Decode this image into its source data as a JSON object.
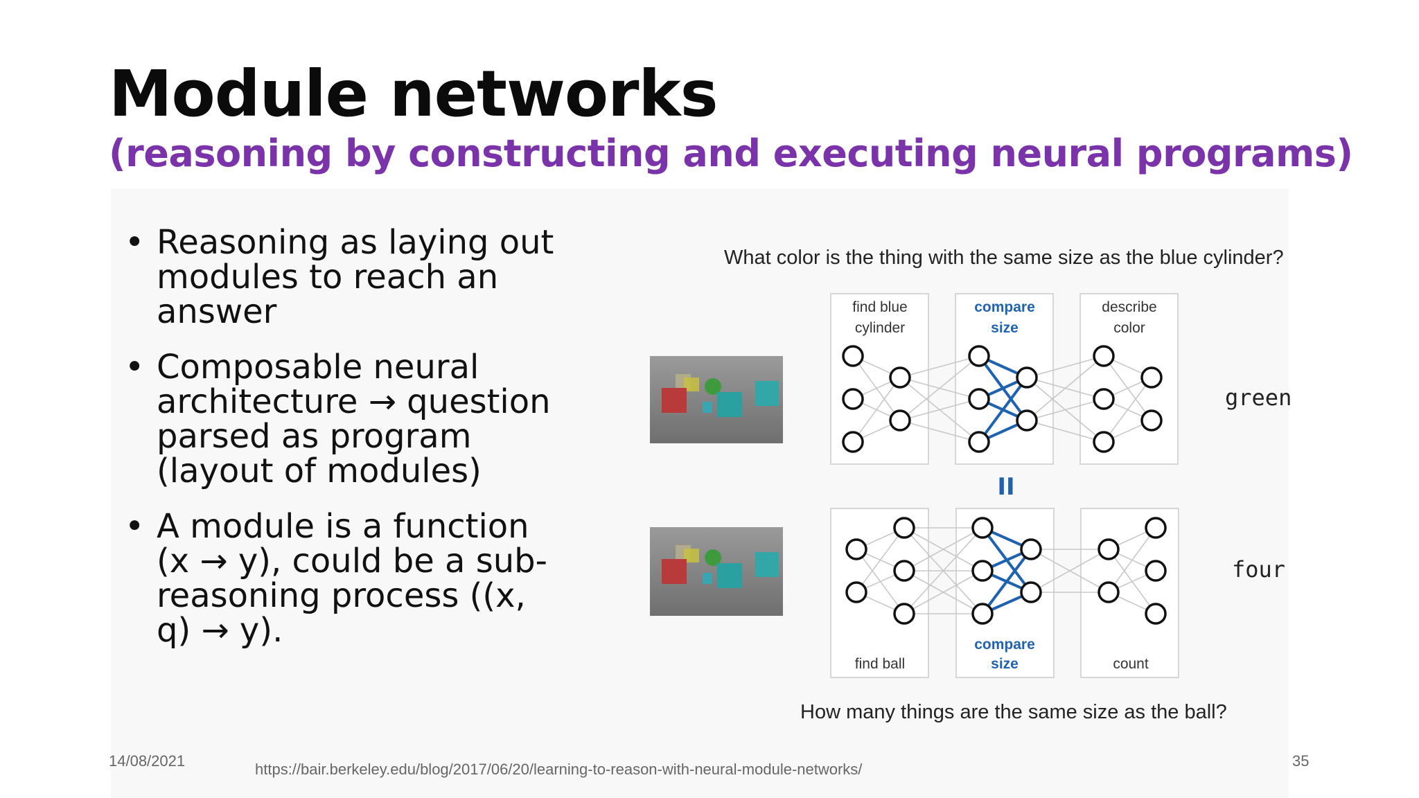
{
  "slide": {
    "title": "Module networks",
    "subtitle": "(reasoning by constructing and executing neural programs)",
    "bullets": [
      "Reasoning as laying out modules to reach an answer",
      "Composable neural architecture → question parsed as program (layout of modules)",
      "A module is a function (x → y), could be a sub-reasoning process ((x, q) → y)."
    ],
    "bullet_symbol": "•"
  },
  "diagram": {
    "question_top": "What color is the thing with the same size as the blue cylinder?",
    "question_bottom": "How many things are the same size as the ball?",
    "top_modules": [
      {
        "line1": "find blue",
        "line2": "cylinder"
      },
      {
        "line1": "compare",
        "line2": "size"
      },
      {
        "line1": "describe",
        "line2": "color"
      }
    ],
    "bottom_modules": [
      {
        "line1": "find ball",
        "line2": ""
      },
      {
        "line1": "compare",
        "line2": "size"
      },
      {
        "line1": "count",
        "line2": ""
      }
    ],
    "equals_symbol": "II",
    "answer_top": "green",
    "answer_bottom": "four",
    "highlight_color": "#1f63b0",
    "edge_color": "#c8c8cc"
  },
  "footer": {
    "date": "14/08/2021",
    "url": "https://bair.berkeley.edu/blog/2017/06/20/learning-to-reason-with-neural-module-networks/",
    "page": "35"
  }
}
